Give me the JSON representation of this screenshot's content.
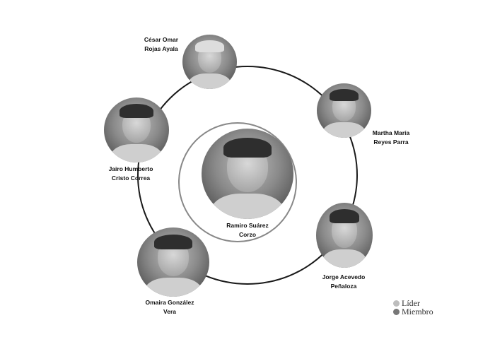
{
  "leader": {
    "name_line1": "Ramiro Suárez",
    "name_line2": "Corzo"
  },
  "members": [
    {
      "name_line1": "César Omar",
      "name_line2": "Rojas Ayala"
    },
    {
      "name_line1": "Martha María",
      "name_line2": "Reyes Parra"
    },
    {
      "name_line1": "Jairo Humberto",
      "name_line2": "Cristo Correa"
    },
    {
      "name_line1": "Jorge Acevedo",
      "name_line2": "Peñaloza"
    },
    {
      "name_line1": "Omaira González",
      "name_line2": "Vera"
    }
  ],
  "legend": {
    "leader_label": "Líder",
    "leader_color": "#bdbdbd",
    "member_label": "Miembro",
    "member_color": "#777777"
  }
}
